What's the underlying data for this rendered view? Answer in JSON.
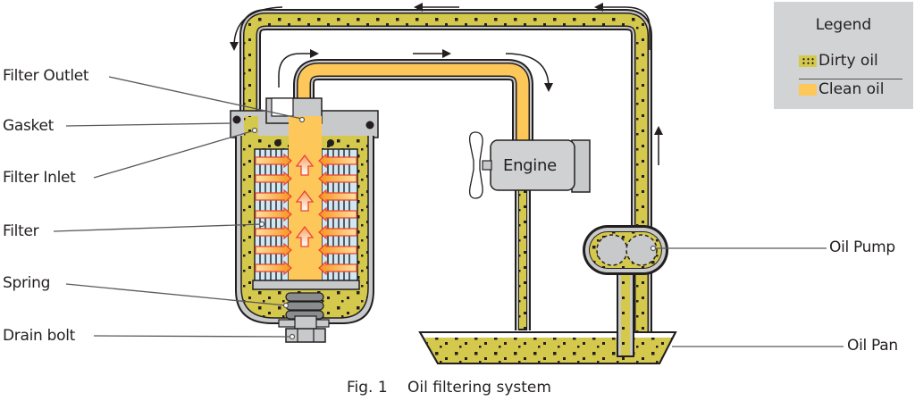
{
  "figure": {
    "number": "Fig. 1",
    "title": "Oil filtering system"
  },
  "legend": {
    "title": "Legend",
    "items": [
      {
        "label": "Dirty oil",
        "color": "#d4c94c",
        "pattern": "dotted"
      },
      {
        "label": "Clean oil",
        "color": "#fdc759",
        "pattern": "solid"
      }
    ]
  },
  "labels": {
    "filter_outlet": "Filter Outlet",
    "gasket": "Gasket",
    "filter_inlet": "Filter Inlet",
    "filter": "Filter",
    "spring": "Spring",
    "drain_bolt": "Drain bolt",
    "oil_pump": "Oil Pump",
    "oil_pan": "Oil Pan",
    "engine": "Engine"
  },
  "colors": {
    "dirty_oil": "#d4c94c",
    "clean_oil": "#fdc759",
    "metal": "#c8c9cb",
    "outline": "#231f20",
    "flow_arrow": "#ef4136",
    "filter_media": "#cfe8f3"
  }
}
